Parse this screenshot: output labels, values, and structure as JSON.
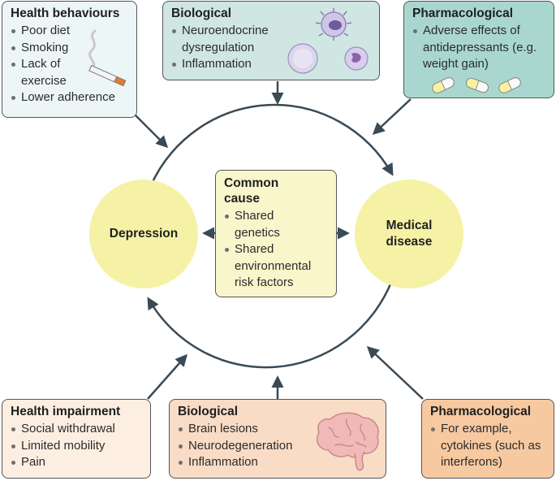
{
  "health_behaviours": {
    "title": "Health behaviours",
    "items": [
      "Poor diet",
      "Smoking",
      "Lack of exercise",
      "Lower adherence"
    ],
    "icon": "cigarette-icon"
  },
  "biological_top": {
    "title": "Biological",
    "items": [
      "Neuroendocrine dysregulation",
      "Inflammation"
    ],
    "icon": "immune-cells-icon"
  },
  "pharmacological_top": {
    "title": "Pharmacological",
    "items": [
      "Adverse effects of antidepressants (e.g. weight gain)"
    ],
    "icon": "capsules-icon"
  },
  "common_cause": {
    "title": "Common cause",
    "items": [
      "Shared genetics",
      "Shared environmental risk factors"
    ]
  },
  "depression": {
    "label": "Depression"
  },
  "medical_disease": {
    "label": "Medical disease"
  },
  "health_impairment": {
    "title": "Health impairment",
    "items": [
      "Social withdrawal",
      "Limited mobility",
      "Pain"
    ]
  },
  "biological_bottom": {
    "title": "Biological",
    "items": [
      "Brain lesions",
      "Neurodegeneration",
      "Inflammation"
    ],
    "icon": "brain-icon"
  },
  "pharmacological_bottom": {
    "title": "Pharmacological",
    "items": [
      "For example, cytokines (such as interferons)"
    ]
  },
  "colors": {
    "circle_fill": "#f5f2a6",
    "teal_box": "#cfe6e3",
    "peach_box": "#f9dcc6",
    "arrow": "#3a4a55"
  }
}
